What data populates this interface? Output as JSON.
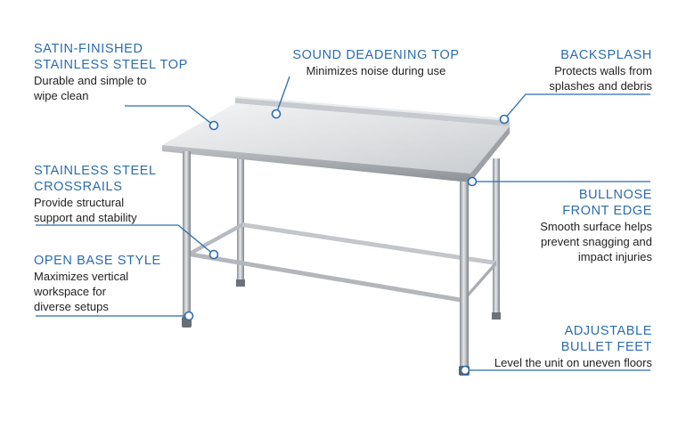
{
  "accent_color": "#2b6cb0",
  "callouts": {
    "top_finish": {
      "title": "SATIN-FINISHED\nSTAINLESS STEEL TOP",
      "desc": "Durable and simple to\nwipe clean"
    },
    "sound": {
      "title": "SOUND DEADENING TOP",
      "desc": "Minimizes noise during use"
    },
    "backsplash": {
      "title": "BACKSPLASH",
      "desc": "Protects walls from\nsplashes and debris"
    },
    "crossrails": {
      "title": "STAINLESS STEEL\nCROSSRAILS",
      "desc": "Provide structural\nsupport and stability"
    },
    "bullnose": {
      "title": "BULLNOSE\nFRONT EDGE",
      "desc": "Smooth surface helps\nprevent snagging and\nimpact injuries"
    },
    "open_base": {
      "title": "OPEN BASE STYLE",
      "desc": "Maximizes vertical\nworkspace for\ndiverse setups"
    },
    "feet": {
      "title": "ADJUSTABLE\nBULLET FEET",
      "desc": "Level the unit on uneven floors"
    }
  }
}
